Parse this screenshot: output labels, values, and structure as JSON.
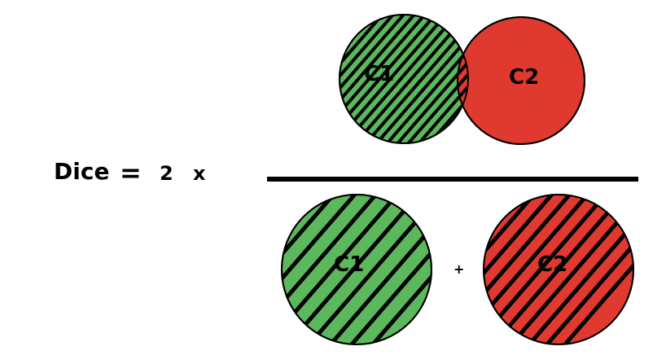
{
  "formula": {
    "lhs": "Dice",
    "equals": "=",
    "coefficient": "2",
    "times": "x"
  },
  "numerator": {
    "left_set": "C1",
    "right_set": "C2",
    "left_color": "#5cb85c",
    "right_color": "#e0392f",
    "overlap_style": "hatched"
  },
  "denominator": {
    "left_set": "C1",
    "plus": "+",
    "right_set": "C2",
    "left_color": "#5cb85c",
    "right_color": "#e0392f"
  },
  "colors": {
    "green": "#5cb85c",
    "red": "#e0392f",
    "stroke": "#000000"
  }
}
